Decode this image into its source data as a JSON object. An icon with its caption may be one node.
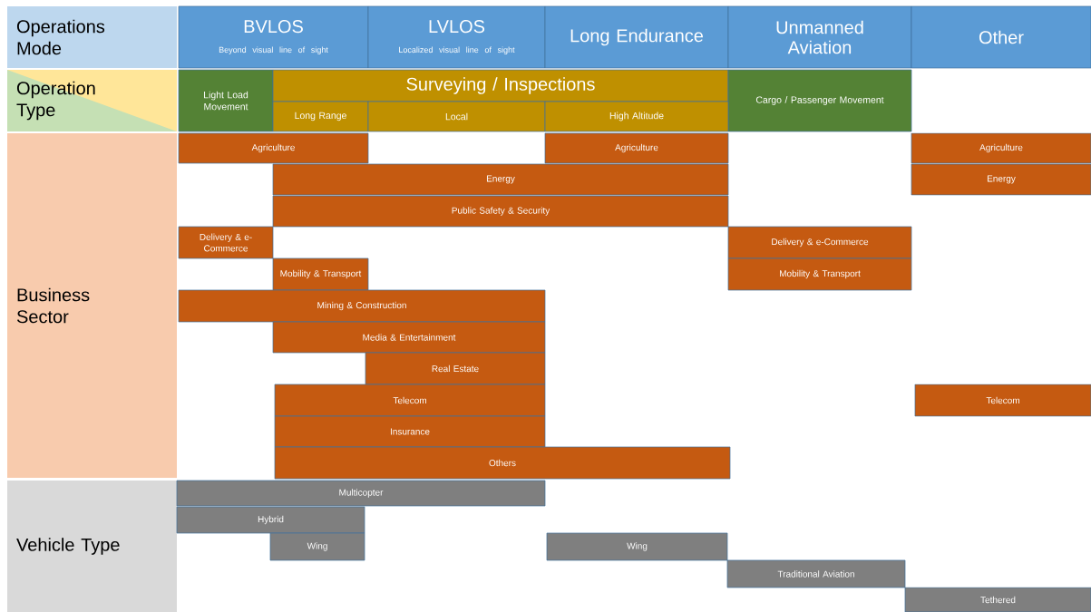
{
  "diagram": {
    "nodes": [
      {
        "text": [
          "Operations Mode"
        ]
      },
      {
        "text": [
          "BVLOS",
          "Beyond visual line of sight"
        ]
      },
      {
        "text": [
          "LVLOS",
          "Localized visual line of sight"
        ]
      },
      {
        "text": [
          "Long Endurance"
        ]
      },
      {
        "text": [
          "Unmanned Aviation"
        ]
      },
      {
        "text": [
          "Other"
        ]
      },
      {
        "text": [
          "Operation Type"
        ]
      },
      {
        "text": [
          "Light Load Movement"
        ]
      },
      {
        "text": [
          "Surveying / Inspections"
        ]
      },
      {
        "text": [
          "Cargo / Passenger Movement"
        ]
      },
      {
        "text": [
          "Long Range"
        ]
      },
      {
        "text": [
          "Local"
        ]
      },
      {
        "text": [
          "High Altitude"
        ]
      },
      {
        "text": [
          "Business Sector"
        ]
      },
      {
        "text": [
          "Agriculture"
        ]
      },
      {
        "text": [
          "Agriculture"
        ]
      },
      {
        "text": [
          "Agriculture"
        ]
      },
      {
        "text": [
          "Energy"
        ]
      },
      {
        "text": [
          "Energy"
        ]
      },
      {
        "text": [
          "Public Safety & Security"
        ]
      },
      {
        "text": [
          "Delivery & e-Commerce"
        ]
      },
      {
        "text": [
          "Delivery & e-Commerce"
        ]
      },
      {
        "text": [
          "Mobility & Transport"
        ]
      },
      {
        "text": [
          "Mobility & Transport"
        ]
      },
      {
        "text": [
          "Mining & Construction"
        ]
      },
      {
        "text": [
          "Media & Entertainment"
        ]
      },
      {
        "text": [
          "Real Estate"
        ]
      },
      {
        "text": [
          "Telecom"
        ]
      },
      {
        "text": [
          "Telecom"
        ]
      },
      {
        "text": [
          "Insurance"
        ]
      },
      {
        "text": [
          "Others"
        ]
      },
      {
        "text": [
          "Vehicle Type"
        ]
      },
      {
        "text": [
          "Multicopter"
        ]
      },
      {
        "text": [
          "Hybrid"
        ]
      },
      {
        "text": [
          "Wing"
        ]
      },
      {
        "text": [
          "Wing"
        ]
      },
      {
        "text": [
          "Traditional Aviation"
        ]
      },
      {
        "text": [
          "Tethered"
        ]
      }
    ]
  }
}
